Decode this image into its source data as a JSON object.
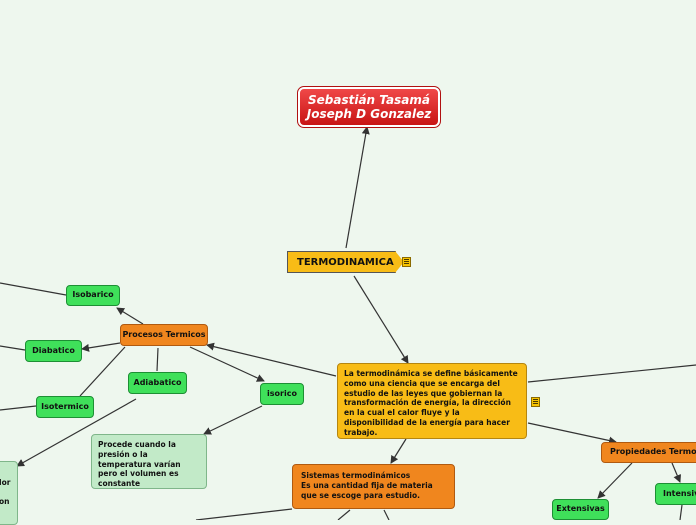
{
  "map": {
    "root_line1": "Sebastián Tasamá",
    "root_line2": "Joseph D Gonzalez",
    "central": "TERMODINAMICA",
    "definition": "La termodinámica se define básicamente como una ciencia que se encarga del estudio de las leyes que gobiernan la transformación de energía, la dirección en la cual el calor fluye y la disponibilidad de la energía para hacer trabajo.",
    "procesos": "Procesos Termicos",
    "isobarico": "Isobarico",
    "diabatico": "Diabatico",
    "isotermico": "Isotermico",
    "adiabatico": "Adiabatico",
    "isorico": "isorico",
    "isorico_note": "Procede cuando la presión o la temperatura varían pero el volumen es constante",
    "sistemas_line1": "Sistemas termodinámicos",
    "sistemas_line2": "Es una cantidad fija de materia que se escoge para estudio.",
    "propiedades": "Propiedades Termodi",
    "extensivas": "Extensivas",
    "intensivas": "Intensiv",
    "partial_1": "lor",
    "partial_2": "on"
  },
  "colors": {
    "root": "#d42020",
    "central": "#f8bc16",
    "process": "#f0861e",
    "leaf": "#3fe05a",
    "note": "#c2eac8",
    "background": "#eef7ee"
  },
  "icons": [
    "notes-icon",
    "notes-icon"
  ]
}
